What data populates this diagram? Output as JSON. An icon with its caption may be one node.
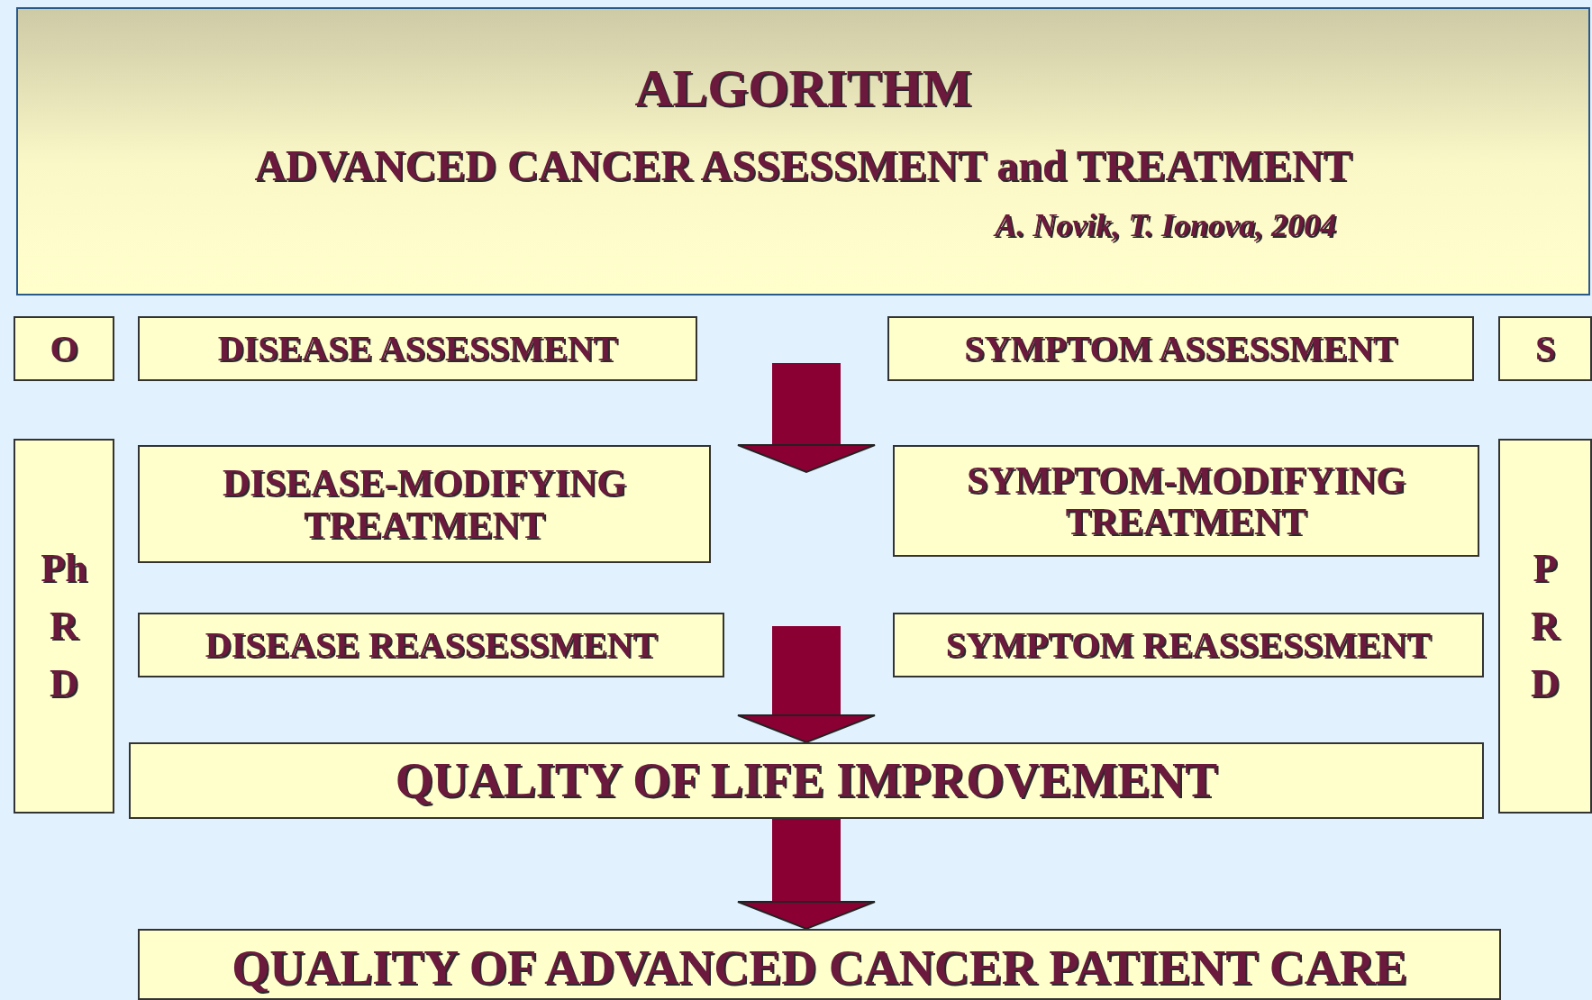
{
  "diagram": {
    "nodes": [
      {
        "text": [
          "ALGORITHM",
          "ADVANCED CANCER ASSESSMENT and TREATMENT",
          "A. Novik, T. Ionova, 2004"
        ]
      },
      {
        "text": [
          "O"
        ]
      },
      {
        "text": [
          "DISEASE ASSESSMENT"
        ]
      },
      {
        "text": [
          "SYMPTOM ASSESSMENT"
        ]
      },
      {
        "text": [
          "S"
        ]
      },
      {
        "text": [
          "Ph R D"
        ]
      },
      {
        "text": [
          "DISEASE-MODIFYING TREATMENT"
        ]
      },
      {
        "text": [
          "SYMPTOM-MODIFYING TREATMENT"
        ]
      },
      {
        "text": [
          "P R D"
        ]
      },
      {
        "text": [
          "DISEASE REASSESSMENT"
        ]
      },
      {
        "text": [
          "SYMPTOM REASSESSMENT"
        ]
      },
      {
        "text": [
          "QUALITY OF LIFE IMPROVEMENT"
        ]
      },
      {
        "text": [
          "QUALITY OF ADVANCED CANCER PATIENT CARE"
        ]
      }
    ],
    "edges": [
      {
        "from": null,
        "to": 11,
        "arrow": "to"
      },
      {
        "from": 11,
        "to": 12,
        "arrow": "to"
      }
    ]
  }
}
